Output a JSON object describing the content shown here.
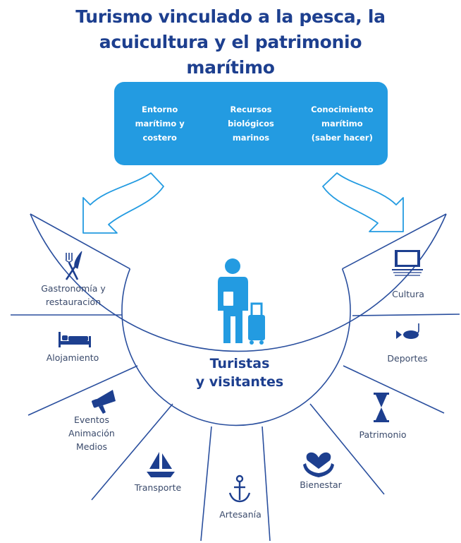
{
  "title": {
    "line1": "Turismo vinculado a la pesca, la",
    "line2": "acuicultura y el patrimonio",
    "line3": "marítimo"
  },
  "resources": [
    {
      "lines": [
        "Entorno",
        "marítimo y",
        "costero"
      ]
    },
    {
      "lines": [
        "Recursos",
        "biológicos",
        "marinos"
      ]
    },
    {
      "lines": [
        "Conocimiento",
        "marítimo",
        "(saber hacer)"
      ]
    }
  ],
  "center": {
    "line1": "Turistas",
    "line2": "y visitantes",
    "icon": "tourist-with-suitcase-icon"
  },
  "segments": [
    {
      "key": "gastronomia",
      "lines": [
        "Gastronomía y",
        "restauración"
      ],
      "icon": "fork-knife-icon"
    },
    {
      "key": "alojamiento",
      "lines": [
        "Alojamiento"
      ],
      "icon": "bed-icon"
    },
    {
      "key": "eventos",
      "lines": [
        "Eventos",
        "Animación",
        "Medios"
      ],
      "icon": "megaphone-icon"
    },
    {
      "key": "transporte",
      "lines": [
        "Transporte"
      ],
      "icon": "sailboat-icon"
    },
    {
      "key": "artesania",
      "lines": [
        "Artesanía"
      ],
      "icon": "anchor-icon"
    },
    {
      "key": "bienestar",
      "lines": [
        "Bienestar"
      ],
      "icon": "heart-hands-icon"
    },
    {
      "key": "patrimonio",
      "lines": [
        "Patrimonio"
      ],
      "icon": "hourglass-icon"
    },
    {
      "key": "deportes",
      "lines": [
        "Deportes"
      ],
      "icon": "fish-hook-icon"
    },
    {
      "key": "cultura",
      "lines": [
        "Cultura"
      ],
      "icon": "screen-icon"
    }
  ],
  "colors": {
    "title": "#1d3f8f",
    "box": "#239be1",
    "line": "#2a4f9e",
    "icon": "#1d3f8f",
    "center_figure": "#239be1"
  }
}
